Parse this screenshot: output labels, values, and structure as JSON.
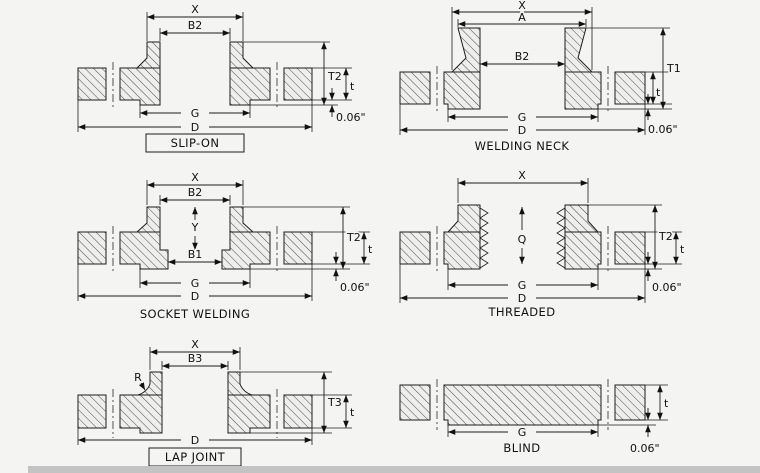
{
  "page": {
    "background": "#f4f4f3",
    "footer_strip_color": "#c3c3c3"
  },
  "diagrams": {
    "slip_on": {
      "title": "SLIP-ON",
      "labels": {
        "x": "X",
        "b2": "B2",
        "g": "G",
        "d": "D",
        "t2": "T2",
        "t": "t",
        "rf": "0.06\""
      }
    },
    "welding_neck": {
      "title": "WELDING NECK",
      "labels": {
        "x": "X",
        "a": "A",
        "b2": "B2",
        "g": "G",
        "d": "D",
        "t1": "T1",
        "t": "t",
        "rf": "0.06\""
      }
    },
    "socket_welding": {
      "title": "SOCKET WELDING",
      "labels": {
        "x": "X",
        "b2": "B2",
        "y": "Y",
        "b1": "B1",
        "g": "G",
        "d": "D",
        "t2": "T2",
        "t": "t",
        "rf": "0.06\""
      }
    },
    "threaded": {
      "title": "THREADED",
      "labels": {
        "x": "X",
        "q": "Q",
        "g": "G",
        "d": "D",
        "t2": "T2",
        "t": "t",
        "rf": "0.06\""
      }
    },
    "lap_joint": {
      "title": "LAP JOINT",
      "labels": {
        "x": "X",
        "b3": "B3",
        "r": "R",
        "d": "D",
        "t3": "T3",
        "t": "t"
      }
    },
    "blind": {
      "title": "BLIND",
      "labels": {
        "g": "G",
        "t": "t",
        "rf": "0.06\""
      }
    }
  }
}
